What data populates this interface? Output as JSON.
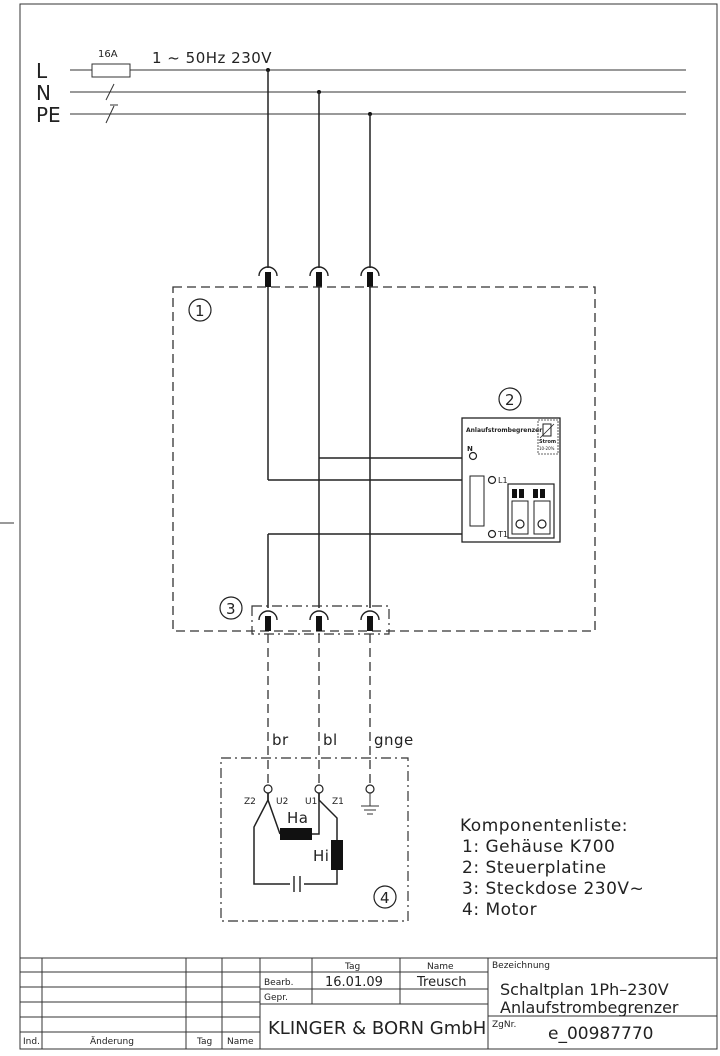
{
  "supply": {
    "lines": [
      "L",
      "N",
      "PE"
    ],
    "fuse": "16A",
    "spec": "1 ~ 50Hz 230V"
  },
  "components": {
    "housing_no": "1",
    "board_no": "2",
    "socket_no": "3",
    "motor_no": "4"
  },
  "board": {
    "title": "Anlaufstrombegrenzer",
    "terminal_n": "N",
    "terminal_l1": "L1",
    "terminal_t1": "T1",
    "label_strom": "Strom",
    "label_range": "10-20%"
  },
  "wires": {
    "brown": "br",
    "blue": "bl",
    "greenyellow": "gnge"
  },
  "motor": {
    "z2": "Z2",
    "u2": "U2",
    "u1": "U1",
    "z1": "Z1",
    "winding_main": "Ha",
    "winding_aux": "Hi"
  },
  "legend": {
    "title": "Komponentenliste:",
    "items": [
      "1: Gehäuse K700",
      "2: Steuerplatine",
      "3: Steckdose 230V~",
      "4: Motor"
    ]
  },
  "title_block": {
    "col_tag": "Tag",
    "col_name": "Name",
    "row_bearb": "Bearb.",
    "row_gepr": "Gepr.",
    "date": "16.01.09",
    "author": "Treusch",
    "company": "KLINGER & BORN GmbH",
    "bezeichnung_label": "Bezeichnung",
    "title_line1": "Schaltplan 1Ph–230V",
    "title_line2": "Anlaufstrombegrenzer",
    "zgnr_label": "ZgNr.",
    "drawing_no": "e_00987770",
    "rev_ind": "Ind.",
    "rev_aenderung": "Änderung",
    "rev_tag": "Tag",
    "rev_name": "Name"
  }
}
